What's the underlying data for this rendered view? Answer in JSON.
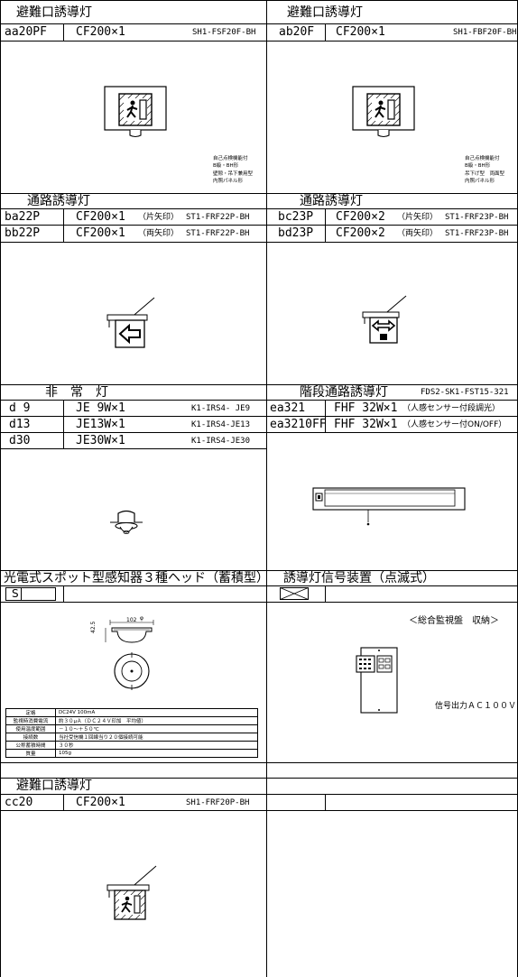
{
  "cells": {
    "c1": {
      "title": "避難口誘導灯",
      "code": "aa20PF",
      "lamp": "CF200×1",
      "model": "SH1-FSF20F-BH",
      "notes": [
        "自己点検機能付",
        "B級・BH形",
        "壁隙・吊下兼用型",
        "内照パネル形"
      ]
    },
    "c2": {
      "title": "避難口誘導灯",
      "code": "ab20F",
      "lamp": "CF200×1",
      "model": "SH1-FBF20F-BH",
      "notes": [
        "自己点検機能付",
        "B級・BH形",
        "吊下げ型　両面型",
        "内照パネル形"
      ]
    },
    "c3": {
      "title": "通路誘導灯",
      "rows": [
        {
          "code": "ba22P",
          "lamp": "CF200×1",
          "arrow": "（片矢印）",
          "model": "ST1-FRF22P-BH"
        },
        {
          "code": "bb22P",
          "lamp": "CF200×1",
          "arrow": "（両矢印）",
          "model": "ST1-FRF22P-BH"
        }
      ]
    },
    "c4": {
      "title": "通路誘導灯",
      "rows": [
        {
          "code": "bc23P",
          "lamp": "CF200×2",
          "arrow": "（片矢印）",
          "model": "ST1-FRF23P-BH"
        },
        {
          "code": "bd23P",
          "lamp": "CF200×2",
          "arrow": "（両矢印）",
          "model": "ST1-FRF23P-BH"
        }
      ]
    },
    "c5": {
      "title": "非　常　灯",
      "rows": [
        {
          "code": "d 9",
          "lamp": "JE 9W×1",
          "model": "K1-IRS4- JE9"
        },
        {
          "code": "d13",
          "lamp": "JE13W×1",
          "model": "K1-IRS4-JE13"
        },
        {
          "code": "d30",
          "lamp": "JE30W×1",
          "model": "K1-IRS4-JE30"
        }
      ]
    },
    "c6": {
      "title": "階段通路誘導灯",
      "model": "FDS2-SK1-FST15-321",
      "rows": [
        {
          "code": "ea321",
          "lamp": "FHF 32W×1",
          "note": "（人感センサー付段調光）"
        },
        {
          "code": "ea3210FF",
          "lamp": "FHF 32W×1",
          "note": "（人感センサー付ON/OFF）"
        }
      ]
    },
    "c7": {
      "title": "光電式スポット型感知器３種ヘッド（蓄積型）",
      "symbol": "S",
      "dim_w": "102",
      "dim_mark": "φ",
      "dim_h": "42.5",
      "spec": [
        {
          "k": "定格",
          "v": "DC24V 100mA"
        },
        {
          "k": "監視時消費電流",
          "v": "約３０μＡ（ＤＣ２４Ｖ印加　平均値）"
        },
        {
          "k": "使用温度範囲",
          "v": "－１０～＋５０℃"
        },
        {
          "k": "接続数",
          "v": "当社受信機１回線当り２０個接続可能"
        },
        {
          "k": "公称蓄積時間",
          "v": "３０秒"
        },
        {
          "k": "質量",
          "v": "105g"
        }
      ]
    },
    "c8": {
      "title": "誘導灯信号装置（点滅式）",
      "caption": "＜総合監視盤　収納＞",
      "output": "信号出力ＡＣ１００Ｖ"
    },
    "c9": {
      "title": "避難口誘導灯",
      "code": "cc20",
      "lamp": "CF200×1",
      "model": "SH1-FRF20P-BH"
    }
  }
}
